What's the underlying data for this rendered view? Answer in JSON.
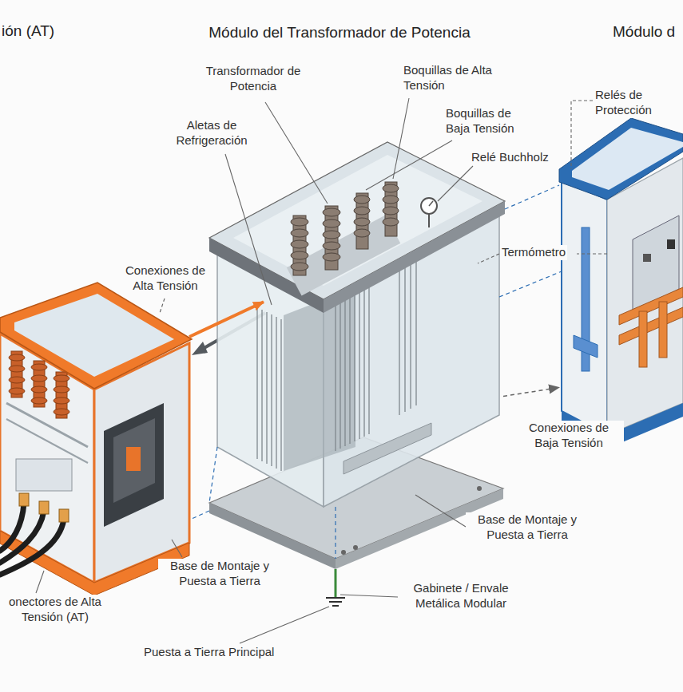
{
  "diagram": {
    "nodes": [
      {
        "text": [
          "ión (AT)"
        ]
      },
      {
        "text": [
          "Módulo del Transformador de Potencia"
        ]
      },
      {
        "text": [
          "Módulo d"
        ]
      }
    ],
    "edges": [
      {
        "from": 0,
        "to": 1,
        "arrow": "to"
      },
      {
        "from": 1,
        "to": 2,
        "arrow": "to"
      }
    ],
    "labels": [
      "Transformador de Potencia",
      "Boquillas de Alta Tensión",
      "Aletas de Refrigeración",
      "Boquillas de Baja Tensión",
      "Relé Buchholz",
      "Relés de Protección",
      "Termómetro",
      "Conexiones de Alta Tensión",
      "Conexiones de Baja Tensión",
      "Base de Montaje y Puesta a Tierra",
      "Base de Montaje y Puesta a Tierra",
      "Gabinete / Envale Metálica Modular",
      "Puesta a Tierra Principal",
      "onectores de Alta Tensión (AT)"
    ]
  }
}
